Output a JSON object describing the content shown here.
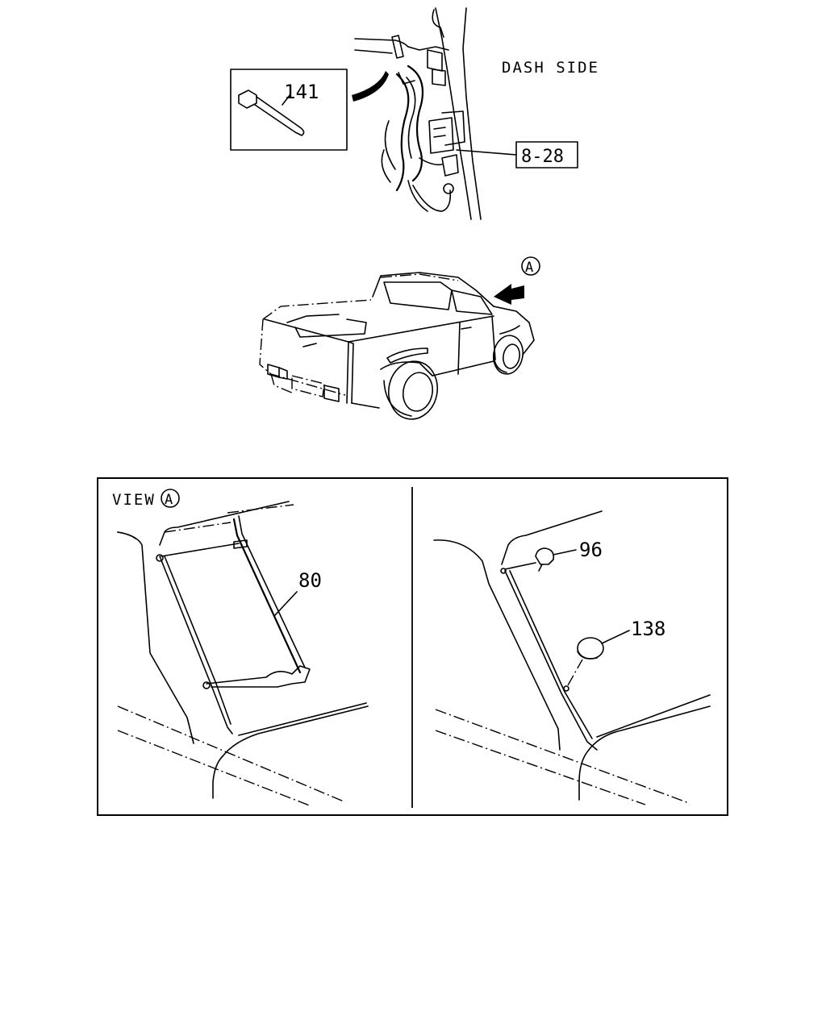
{
  "callouts": {
    "tie_strap": "141",
    "dash_side": "DASH SIDE",
    "ref_box": "8-28",
    "view_marker": "A",
    "view_label": "VIEW",
    "view_circle": "A",
    "strap": "80",
    "clip": "96",
    "plug": "138"
  }
}
